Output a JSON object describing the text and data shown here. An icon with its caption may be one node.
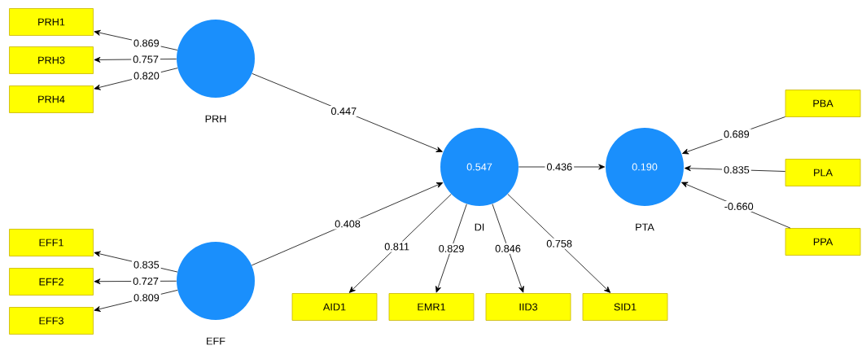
{
  "diagram": {
    "nodes": [
      {
        "text": [
          "PRH1"
        ]
      },
      {
        "text": [
          "PRH3"
        ]
      },
      {
        "text": [
          "PRH4"
        ]
      },
      {
        "text": [],
        "shape": "circle",
        "beside": [
          "PRH"
        ]
      },
      {
        "text": [
          "PBA"
        ]
      },
      {
        "text": [
          "0.547"
        ],
        "beside": [
          "DI"
        ]
      },
      {
        "text": [
          "0.190"
        ],
        "beside": [
          "PTA"
        ]
      },
      {
        "text": [
          "PLA"
        ]
      },
      {
        "text": [
          "PPA"
        ]
      },
      {
        "text": [
          "EFF1"
        ]
      },
      {
        "text": [
          "EFF2"
        ]
      },
      {
        "text": [
          "EFF3"
        ]
      },
      {
        "text": [],
        "shape": "circle",
        "beside": [
          "EFF"
        ]
      },
      {
        "text": [
          "AID1"
        ]
      },
      {
        "text": [
          "EMR1"
        ]
      },
      {
        "text": [
          "IID3"
        ]
      },
      {
        "text": [
          "SID1"
        ]
      }
    ],
    "edges": [
      {
        "from": 3,
        "to": 0,
        "arrow": "to",
        "label": "0.869"
      },
      {
        "from": 3,
        "to": 1,
        "arrow": "to",
        "label": "0.757"
      },
      {
        "from": 3,
        "to": 2,
        "arrow": "to",
        "label": "0.820"
      },
      {
        "from": 3,
        "to": 5,
        "arrow": "to",
        "label": "0.447"
      },
      {
        "from": 12,
        "to": 5,
        "arrow": "to",
        "label": "0.408"
      },
      {
        "from": 5,
        "to": 6,
        "arrow": "to",
        "label": "0.436"
      },
      {
        "from": 4,
        "to": 6,
        "arrow": "to",
        "label": "0.689"
      },
      {
        "from": 7,
        "to": 6,
        "arrow": "to",
        "label": "0.835"
      },
      {
        "from": 8,
        "to": 6,
        "arrow": "to",
        "label": "-0.660"
      },
      {
        "from": 12,
        "to": 9,
        "arrow": "to",
        "label": "0.835"
      },
      {
        "from": 12,
        "to": 10,
        "arrow": "to",
        "label": "0.727"
      },
      {
        "from": 12,
        "to": 11,
        "arrow": "to",
        "label": "0.809"
      },
      {
        "from": 5,
        "to": 13,
        "arrow": "to",
        "label": "0.811"
      },
      {
        "from": 5,
        "to": 14,
        "arrow": "to",
        "label": "0.829"
      },
      {
        "from": 5,
        "to": 15,
        "arrow": "to",
        "label": "0.846"
      },
      {
        "from": 5,
        "to": 16,
        "arrow": "to",
        "label": "0.758"
      }
    ]
  }
}
